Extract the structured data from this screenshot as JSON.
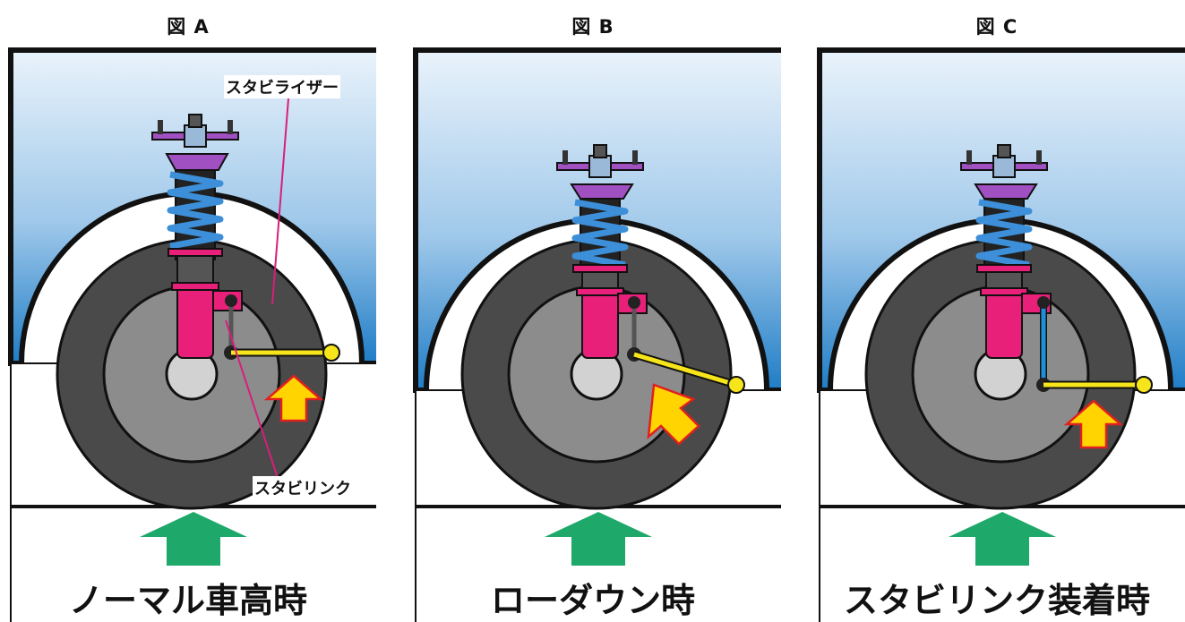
{
  "panels": [
    {
      "id": "A",
      "title": "図 A",
      "caption": "ノーマル車高時",
      "labels": {
        "stabilizer": "スタビライザー",
        "stabilink": "スタビリンク"
      }
    },
    {
      "id": "B",
      "title": "図 B",
      "caption": "ローダウン時"
    },
    {
      "id": "C",
      "title": "図 C",
      "caption": "スタビリンク装着時"
    }
  ],
  "colors": {
    "body_top": "#eaf3fb",
    "body_bottom": "#1f7dc6",
    "tire": "#4a4a4a",
    "rim": "#8c8c8c",
    "hub": "#d2d2d2",
    "damper": "#e8207a",
    "spring": "#3c8fd8",
    "stabilizer_bar": "#f7e51b",
    "yellow_arrow": "#ffd400",
    "arrow_outline": "#e02020",
    "green_arrow": "#1ea86a",
    "stabilink_c": "#1e90d8"
  }
}
